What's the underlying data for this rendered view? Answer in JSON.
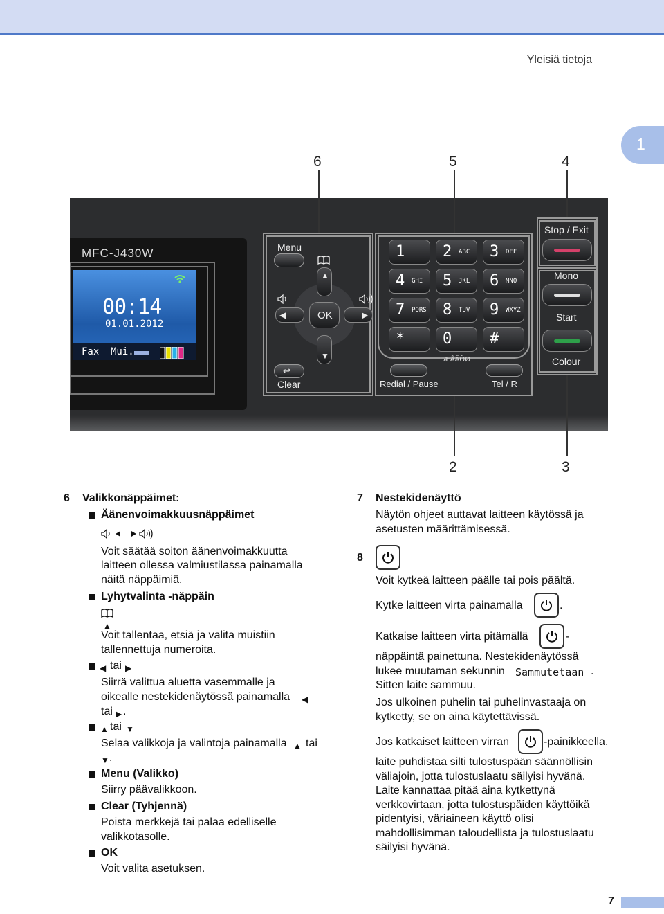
{
  "header": {
    "title": "Yleisiä tietoja",
    "chapter": "1",
    "page_number": "7"
  },
  "callouts": {
    "c6": "6",
    "c5": "5",
    "c4": "4",
    "c2": "2",
    "c3": "3"
  },
  "panel": {
    "model": "MFC-J430W",
    "lcd": {
      "time": "00:14",
      "date": "01.01.2012",
      "fax": "Fax",
      "mui": "Mui."
    },
    "menu_label": "Menu",
    "ok_label": "OK",
    "clear_label": "Clear",
    "redial_label": "Redial / Pause",
    "tel_label": "Tel / R",
    "stop_label": "Stop / Exit",
    "mono_label": "Mono",
    "start_label": "Start",
    "colour_label": "Colour",
    "special_chars": "ÆÅÄÖØ",
    "dialpad": [
      {
        "d": "1",
        "s": ""
      },
      {
        "d": "2",
        "s": "ABC"
      },
      {
        "d": "3",
        "s": "DEF"
      },
      {
        "d": "4",
        "s": "GHI"
      },
      {
        "d": "5",
        "s": "JKL"
      },
      {
        "d": "6",
        "s": "MNO"
      },
      {
        "d": "7",
        "s": "PQRS"
      },
      {
        "d": "8",
        "s": "TUV"
      },
      {
        "d": "9",
        "s": "WXYZ"
      },
      {
        "d": "*",
        "s": ""
      },
      {
        "d": "0",
        "s": ""
      },
      {
        "d": "#",
        "s": ""
      }
    ]
  },
  "left": {
    "num": "6",
    "heading": "Valikkonäppäimet:",
    "volume_title": "Äänenvoimakkuusnäppäimet",
    "volume_text_1": "Voit säätää soiton äänenvoimakkuutta",
    "volume_text_2": "laitteen ollessa valmiustilassa painamalla",
    "volume_text_3": "näitä näppäimiä.",
    "speed_title": "Lyhytvalinta -näppäin",
    "speed_text_1": "Voit tallentaa, etsiä ja valita muistiin",
    "speed_text_2": "tallennettuja numeroita.",
    "lr_title": "tai",
    "lr_text_1": "Siirrä valittua aluetta vasemmalle ja",
    "lr_text_2": "oikealle nestekidenäytössä painamalla",
    "lr_text_3": "tai",
    "ud_title": "tai",
    "ud_text_1": "Selaa valikkoja ja valintoja painamalla",
    "ud_text_1b": "tai",
    "menu_title": "Menu (Valikko)",
    "menu_text": "Siirry päävalikkoon.",
    "clear_title": "Clear (Tyhjennä)",
    "clear_text_1": "Poista merkkejä tai palaa edelliselle",
    "clear_text_2": "valikkotasolle.",
    "ok_title": "OK",
    "ok_text": "Voit valita asetuksen."
  },
  "right": {
    "num7": "7",
    "lcd_title": "Nestekidenäyttö",
    "lcd_text_1": "Näytön ohjeet auttavat laitteen käytössä ja",
    "lcd_text_2": "asetusten määrittämisessä.",
    "num8": "8",
    "power_text": "Voit kytkeä laitteen päälle tai pois päältä.",
    "on_text": "Kytke laitteen virta painamalla",
    "off_text_1": "Katkaise laitteen virta pitämällä",
    "off_text_2": "näppäintä painettuna. Nestekidenäytössä",
    "off_text_3a": "lukee muutaman sekunnin",
    "off_text_3b": "Sammutetaan",
    "off_text_4": "Sitten laite sammuu.",
    "ext_text_1": "Jos ulkoinen puhelin tai puhelinvastaaja on",
    "ext_text_2": "kytketty, se on aina käytettävissä.",
    "clean_text_1a": "Jos katkaiset laitteen virran",
    "clean_text_1b": "-painikkeella,",
    "clean_text_2": "laite puhdistaa silti tulostuspään säännöllisin",
    "clean_text_3": "väliajoin, jotta tulostuslaatu säilyisi hyvänä.",
    "clean_text_4": "Laite kannattaa pitää aina kytkettynä",
    "clean_text_5": "verkkovirtaan, jotta tulostuspäiden käyttöikä",
    "clean_text_6": "pidentyisi, väriaineen käyttö olisi",
    "clean_text_7": "mahdollisimman taloudellista ja tulostuslaatu",
    "clean_text_8": "säilyisi hyvänä."
  },
  "colors": {
    "accent": "#a8bfe9",
    "header_band": "#d3dcf3",
    "stop_key": "#d4416a",
    "start_key": "#2ea04a"
  }
}
